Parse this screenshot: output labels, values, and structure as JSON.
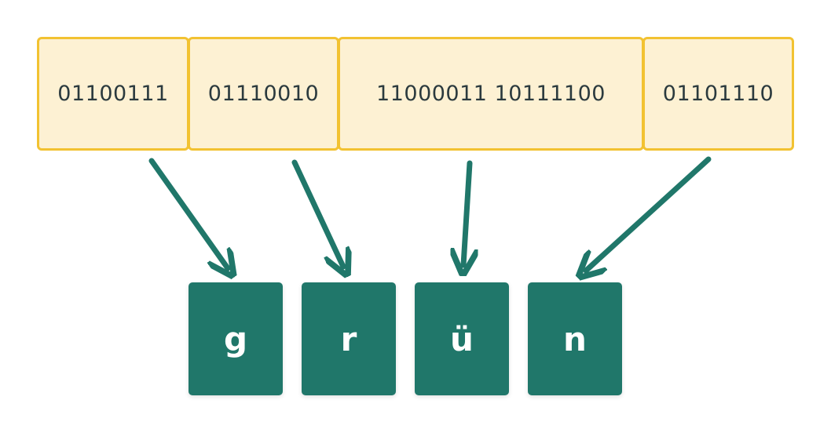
{
  "bytes": [
    {
      "label": "01100111"
    },
    {
      "label": "01110010"
    },
    {
      "label": "11000011 10111100"
    },
    {
      "label": "01101110"
    }
  ],
  "characters": [
    {
      "label": "g"
    },
    {
      "label": "r"
    },
    {
      "label": "ü"
    },
    {
      "label": "n"
    }
  ],
  "colors": {
    "byte_fill": "#fdf1d3",
    "byte_border": "#f2c231",
    "char_fill": "#20776a",
    "arrow": "#20776a"
  }
}
